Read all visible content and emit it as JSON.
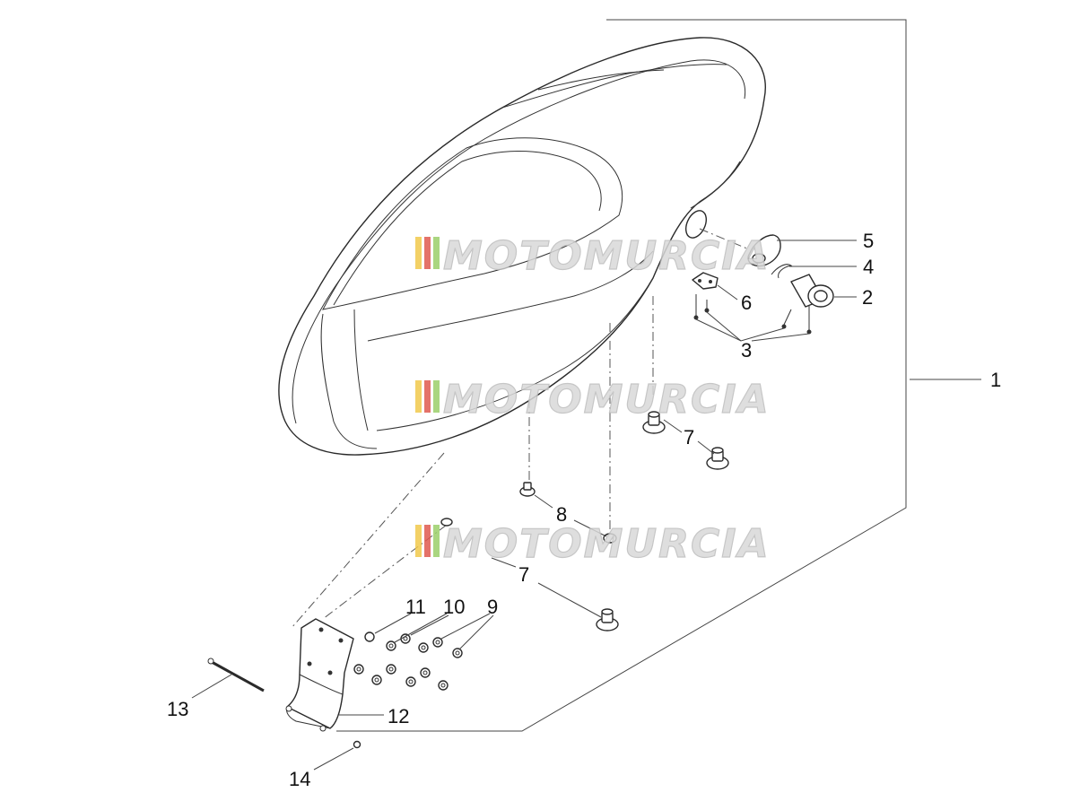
{
  "callouts": {
    "c1": "1",
    "c2": "2",
    "c3": "3",
    "c4": "4",
    "c5": "5",
    "c6": "6",
    "c7a": "7",
    "c7b": "7",
    "c8": "8",
    "c9": "9",
    "c10": "10",
    "c11": "11",
    "c12": "12",
    "c13": "13",
    "c14": "14"
  },
  "watermark": {
    "text": "MOTOMURCIA",
    "colors": [
      "#f2c94c",
      "#e05a4f",
      "#9ccf6a"
    ]
  }
}
